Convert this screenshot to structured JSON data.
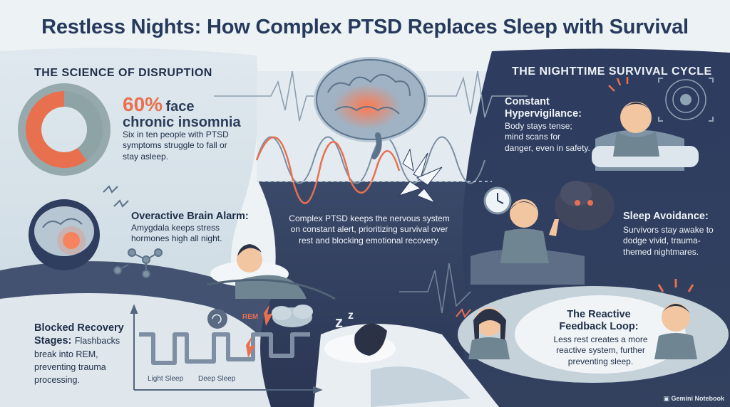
{
  "title": "Restless Nights: How Complex PTSD Replaces Sleep with Survival",
  "left_section": {
    "heading": "THE SCIENCE OF DISRUPTION",
    "stat": {
      "value": "60%",
      "label_tail": "face",
      "label_line2": "chronic insomnia",
      "fraction": 0.6,
      "description": "Six in ten people with PTSD symptoms struggle to fall or stay asleep."
    },
    "brain_alarm": {
      "heading": "Overactive Brain Alarm:",
      "description": "Amygdala keeps stress hormones high all night."
    },
    "blocked_recovery": {
      "heading": "Blocked Recovery Stages:",
      "description": "Flashbacks break into REM, preventing trauma processing.",
      "labels": [
        "Light Sleep",
        "Deep Sleep",
        "REM"
      ]
    }
  },
  "center": {
    "description": "Complex PTSD keeps the nervous system on constant alert, prioritizing survival over rest and blocking emotional recovery."
  },
  "right_section": {
    "heading": "THE NIGHTTIME SURVIVAL CYCLE",
    "items": [
      {
        "heading": "Constant Hypervigilance:",
        "description": "Body stays tense; mind scans for danger, even in safety."
      },
      {
        "heading": "Sleep Avoidance:",
        "description": "Survivors stay awake to dodge vivid, trauma-themed nightmares."
      },
      {
        "heading": "The Reactive Feedback Loop:",
        "description": "Less rest creates a more reactive system, further preventing sleep."
      }
    ]
  },
  "footer": {
    "badge": "Gemini Notebook"
  },
  "colors": {
    "accent": "#e8704f",
    "navy": "#2b3b5e",
    "slate": "#6f8592",
    "light_bg": "#eef3f6"
  }
}
